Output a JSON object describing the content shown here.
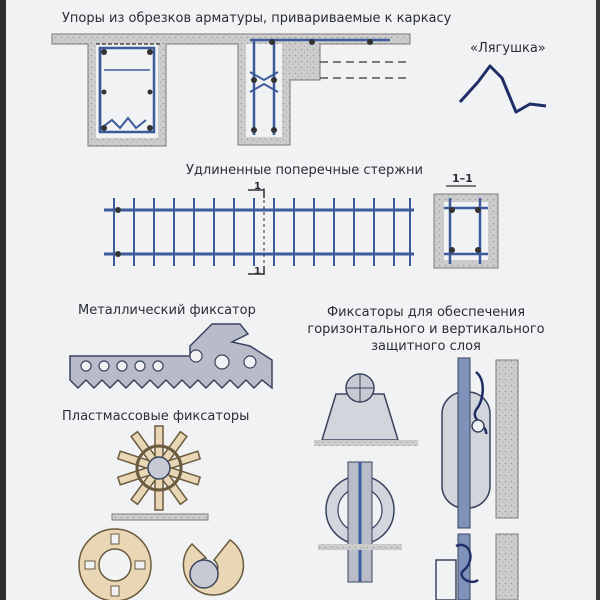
{
  "labels": {
    "supports_title": "Упоры из обрезков арматуры, привариваемые к каркасу",
    "frog_label": "«Лягушка»",
    "extended_bars_title": "Удлиненные поперечные стержни",
    "section_mark_top": "1",
    "section_mark_bottom": "1",
    "section_label": "1–1",
    "metal_fixator_title": "Металлический фиксатор",
    "fixators_title_line1": "Фиксаторы для обеспечения",
    "fixators_title_line2": "горизонтального и вертикального",
    "fixators_title_line3": "защитного слоя",
    "plastic_fixators_title": "Пластмассовые фиксаторы"
  },
  "colors": {
    "board": "#f1f2f4",
    "rebar": "#3b5b9a",
    "concrete": "#c9c9c9",
    "fixator_metal": "#b7bcc8",
    "plastic": "#e8d6b4",
    "ink": "#2a2d33"
  }
}
